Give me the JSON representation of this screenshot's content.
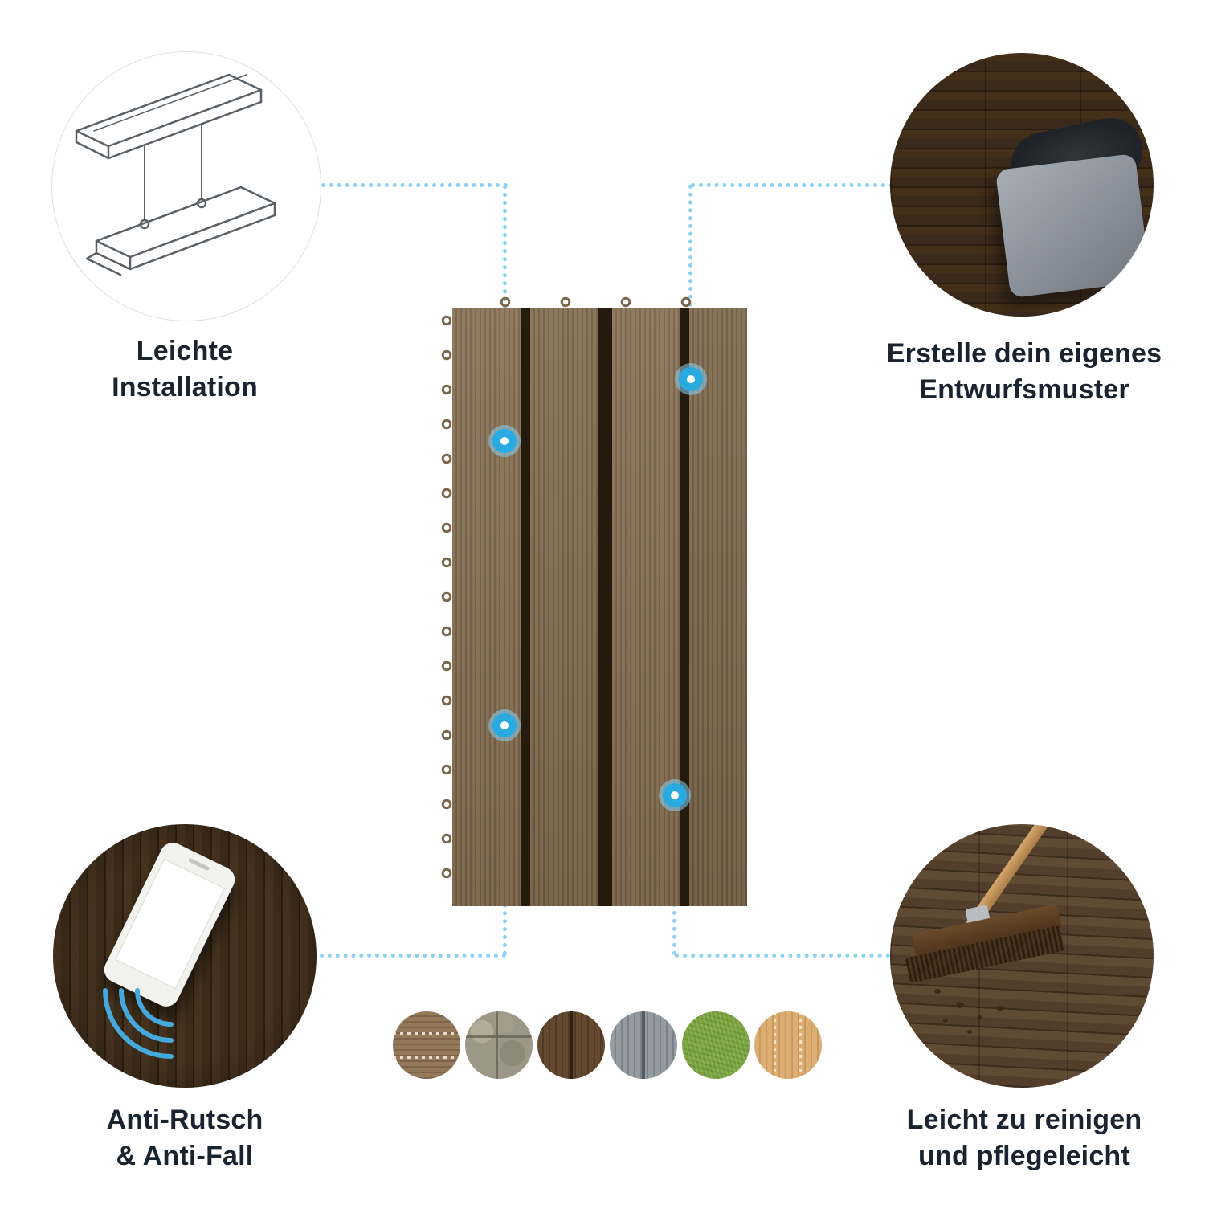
{
  "colors": {
    "accent_blue": "#29abe2",
    "connector_blue": "#8ad1f3",
    "text": "#1a2430",
    "tile_brown": "#84705a",
    "tile_gap": "#241a0e"
  },
  "features": [
    {
      "id": "easy-installation",
      "line1": "Leichte",
      "line2": "Installation"
    },
    {
      "id": "own-design",
      "line1": "Erstelle dein eigenes",
      "line2": "Entwurfsmuster"
    },
    {
      "id": "anti-slip",
      "line1": "Anti-Rutsch",
      "line2": "& Anti-Fall"
    },
    {
      "id": "easy-clean",
      "line1": "Leicht zu reinigen",
      "line2": "und pflegeleicht"
    }
  ],
  "swatches": [
    {
      "name": "wood-brown-swatch"
    },
    {
      "name": "stone-swatch"
    },
    {
      "name": "dark-brown-swatch"
    },
    {
      "name": "gray-swatch"
    },
    {
      "name": "grass-swatch"
    },
    {
      "name": "teak-swatch"
    }
  ]
}
